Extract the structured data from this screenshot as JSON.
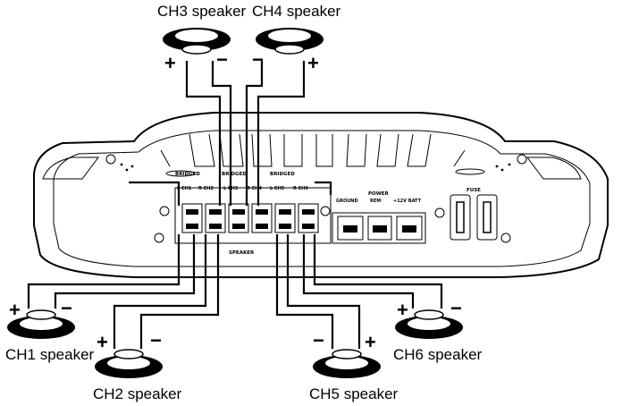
{
  "speakers": {
    "ch1": "CH1 speaker",
    "ch2": "CH2 speaker",
    "ch3": "CH3 speaker",
    "ch4": "CH4 speaker",
    "ch5": "CH5 speaker",
    "ch6": "CH6 speaker"
  },
  "polarity": {
    "plus": "+",
    "minus": "−"
  },
  "amplifier": {
    "bridged_1": "BRIDGED",
    "bridged_2": "BRIDGED",
    "bridged_3": "BRIDGED",
    "speaker_label": "SPEAKER",
    "power_label": "POWER",
    "ground_label": "GROUND",
    "remote_label": "REM",
    "batt_label": "+12V BATT",
    "fuse_label": "FUSE",
    "ch_labels": [
      "L CH1",
      "R CH2",
      "L CH3",
      "R CH4",
      "L CH5",
      "R CH6"
    ]
  }
}
